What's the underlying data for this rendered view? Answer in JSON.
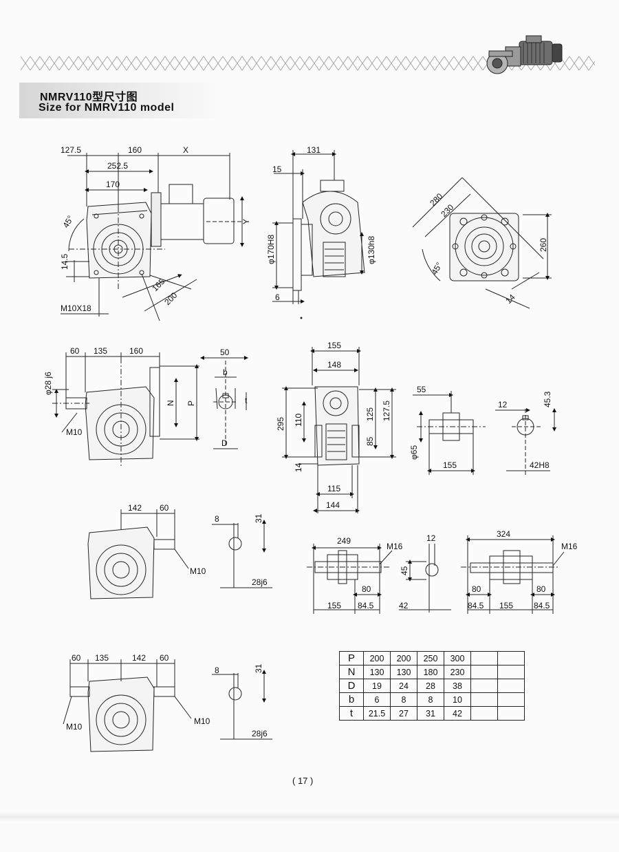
{
  "header": {
    "title_zh": "NMRV110型尺寸图",
    "title_en": "Size for NMRV110 model"
  },
  "view1": {
    "d_127_5": "127.5",
    "d_160": "160",
    "d_x": "X",
    "d_252_5": "252.5",
    "d_170": "170",
    "d_y": "Y",
    "d_45": "45°",
    "d_14_5": "14.5",
    "d_165": "165",
    "d_200": "200",
    "d_m10x18": "M10X18"
  },
  "view2": {
    "d_131": "131",
    "d_15": "15",
    "d_phi170": "φ170H8",
    "d_phi130": "φ130h8",
    "d_6": "6"
  },
  "view3": {
    "d_280": "280",
    "d_230": "230",
    "d_260": "260",
    "d_45": "45°",
    "d_14": "14"
  },
  "view4": {
    "d_60": "60",
    "d_135": "135",
    "d_160": "160",
    "d_phi28": "φ28 j6",
    "d_m10": "M10",
    "d_n": "N",
    "d_p": "P"
  },
  "view5": {
    "d_50": "50",
    "d_b": "b",
    "d_t": "t",
    "d_d": "D"
  },
  "view6": {
    "d_155": "155",
    "d_148": "148",
    "d_295": "295",
    "d_110": "110",
    "d_125": "125",
    "d_127_5": "127.5",
    "d_85": "85",
    "d_14": "14",
    "d_115": "115",
    "d_144": "144"
  },
  "view7": {
    "d_55": "55",
    "d_phi65": "φ65",
    "d_155": "155"
  },
  "view8": {
    "d_12": "12",
    "d_45_3": "45.3",
    "d_42h8": "42H8"
  },
  "view9": {
    "d_142": "142",
    "d_60": "60",
    "d_m10": "M10"
  },
  "view10": {
    "d_8": "8",
    "d_31": "31",
    "d_28j6": "28j6"
  },
  "view11": {
    "d_249": "249",
    "d_m16": "M16",
    "d_80": "80",
    "d_155": "155",
    "d_84_5": "84.5"
  },
  "view12": {
    "d_12": "12",
    "d_45": "45",
    "d_42": "42"
  },
  "view13": {
    "d_324": "324",
    "d_m16": "M16",
    "d_80a": "80",
    "d_80b": "80",
    "d_84_5a": "84.5",
    "d_155": "155",
    "d_84_5b": "84.5"
  },
  "view14": {
    "d_60a": "60",
    "d_135": "135",
    "d_142": "142",
    "d_60b": "60",
    "d_m10a": "M10",
    "d_m10b": "M10"
  },
  "view15": {
    "d_8": "8",
    "d_31": "31",
    "d_28j6": "28j6"
  },
  "table": {
    "rows": [
      {
        "label": "P",
        "values": [
          "200",
          "200",
          "250",
          "300"
        ]
      },
      {
        "label": "N",
        "values": [
          "130",
          "130",
          "180",
          "230"
        ]
      },
      {
        "label": "D",
        "values": [
          "19",
          "24",
          "28",
          "38"
        ]
      },
      {
        "label": "b",
        "values": [
          "6",
          "8",
          "8",
          "10"
        ]
      },
      {
        "label": "t",
        "values": [
          "21.5",
          "27",
          "31",
          "42"
        ]
      }
    ]
  },
  "footer": {
    "page_number": "( 17 )"
  }
}
